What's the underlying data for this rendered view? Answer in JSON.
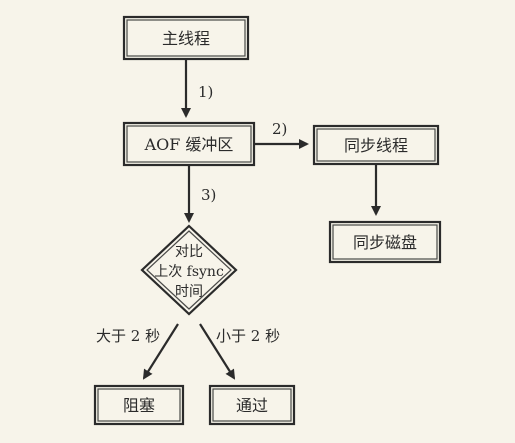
{
  "nodes": {
    "main_thread": "主线程",
    "aof_buffer": "AOF 缓冲区",
    "sync_thread": "同步线程",
    "sync_disk": "同步磁盘",
    "compare_line1": "对比",
    "compare_line2": "上次 fsync",
    "compare_line3": "时间",
    "block": "阻塞",
    "pass": "通过"
  },
  "edges": {
    "step1": "1)",
    "step2": "2)",
    "step3": "3)",
    "greater": "大于 2 秒",
    "less": "小于 2 秒"
  }
}
